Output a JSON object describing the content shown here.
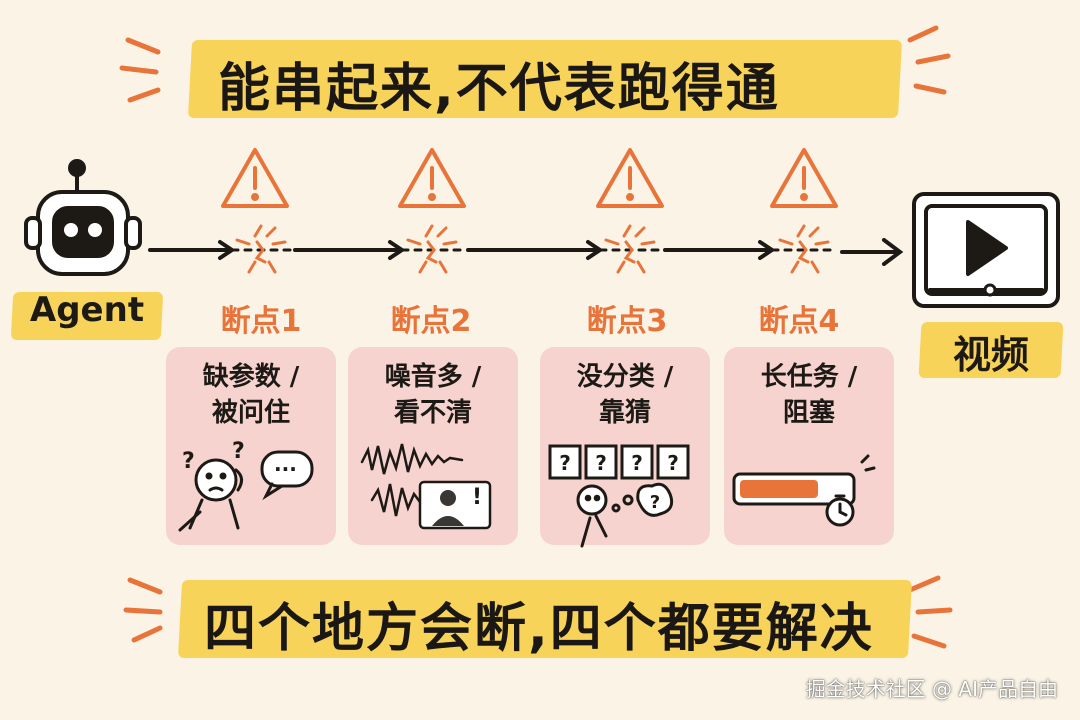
{
  "header": {
    "title": "能串起来,不代表跑得通"
  },
  "agent": {
    "label": "Agent"
  },
  "video": {
    "label": "视频"
  },
  "breakpoints": [
    {
      "label": "断点1",
      "line1": "缺参数 /",
      "line2": "被问住"
    },
    {
      "label": "断点2",
      "line1": "噪音多 /",
      "line2": "看不清"
    },
    {
      "label": "断点3",
      "line1": "没分类 /",
      "line2": "靠猜"
    },
    {
      "label": "断点4",
      "line1": "长任务 /",
      "line2": "阻塞"
    }
  ],
  "illustrations": {
    "q_marks": "?",
    "speech_dots": "···",
    "exclaim": "!",
    "boxes": [
      "?",
      "?",
      "?",
      "?"
    ]
  },
  "footer": {
    "text": "四个地方会断,四个都要解决"
  },
  "watermark": "掘金技术社区 @ AI产品自由",
  "colors": {
    "accent": "#e8743a",
    "highlight": "#f7d35a",
    "card": "#f6d3cf",
    "background": "#fbf4e6"
  }
}
